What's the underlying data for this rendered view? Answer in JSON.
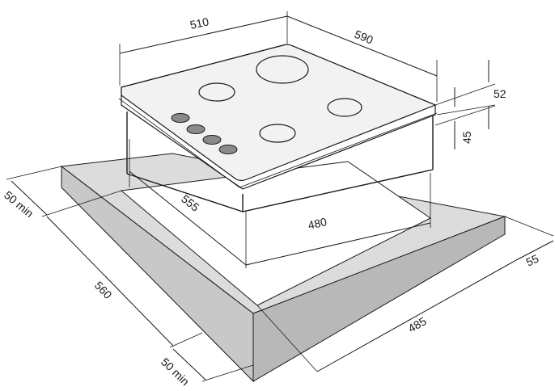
{
  "diagram": {
    "dimensions": {
      "top_width": "510",
      "top_depth": "590",
      "height_total": "52",
      "height_body": "45",
      "cutout_depth": "555",
      "cutout_width": "480",
      "worktop_front_margin": "55",
      "worktop_depth": "560",
      "cutout_width_bottom": "485",
      "min_margin_back": "50 min",
      "min_margin_front": "50 min"
    },
    "colors": {
      "stroke": "#1a1a1a",
      "worktop_top": "#dcdcdc",
      "worktop_front": "#c8c8c8",
      "worktop_side": "#b8b8b8",
      "glass_top": "#f2f2f2",
      "knob": "#8a8a8a"
    }
  }
}
